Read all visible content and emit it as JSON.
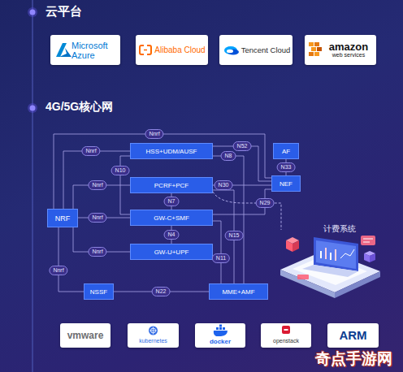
{
  "diagram": {
    "nodes": [
      {
        "text": [
          "Microsoft Azure"
        ]
      },
      {
        "text": [
          "Alibaba Cloud"
        ]
      },
      {
        "text": [
          "Tencent Cloud"
        ]
      },
      {
        "text": [
          "amazon",
          "web services"
        ]
      },
      {
        "text": [
          "HSS+UDM/AUSF"
        ]
      },
      {
        "text": [
          "AF"
        ]
      },
      {
        "text": [
          "PCRF+PCF"
        ]
      },
      {
        "text": [
          "NEF"
        ]
      },
      {
        "text": [
          "NRF"
        ]
      },
      {
        "text": [
          "GW-C+SMF"
        ]
      },
      {
        "text": [
          "GW-U+UPF"
        ]
      },
      {
        "text": [
          "NSSF"
        ]
      },
      {
        "text": [
          "MME+AMF"
        ]
      },
      {
        "text": [
          "vmware"
        ]
      },
      {
        "text": [
          "kubernetes"
        ]
      },
      {
        "text": [
          "docker"
        ]
      },
      {
        "text": [
          "openstack"
        ]
      },
      {
        "text": [
          "ARM"
        ]
      }
    ],
    "edges": [
      {
        "from": 8,
        "to": 4,
        "label": "Nnrf",
        "arrow": "none"
      },
      {
        "from": 8,
        "to": 7,
        "label": "Nnrf",
        "arrow": "none"
      },
      {
        "from": 8,
        "to": 6,
        "label": "Nnrf",
        "arrow": "none"
      },
      {
        "from": 8,
        "to": 9,
        "label": "Nnrf",
        "arrow": "none"
      },
      {
        "from": 8,
        "to": 10,
        "label": "Nnrf",
        "arrow": "none"
      },
      {
        "from": 8,
        "to": 11,
        "label": "Nnrf",
        "arrow": "none"
      },
      {
        "from": 4,
        "to": 7,
        "label": "N52",
        "arrow": "none"
      },
      {
        "from": 4,
        "to": 12,
        "label": "N8",
        "arrow": "none"
      },
      {
        "from": 4,
        "to": 9,
        "label": "N10",
        "arrow": "none"
      },
      {
        "from": 6,
        "to": 7,
        "label": "N30",
        "arrow": "none"
      },
      {
        "from": 5,
        "to": 7,
        "label": "N33",
        "arrow": "none"
      },
      {
        "from": 9,
        "to": 7,
        "label": "N29",
        "arrow": "none"
      },
      {
        "from": 6,
        "to": 9,
        "label": "N7",
        "arrow": "none"
      },
      {
        "from": 6,
        "to": 12,
        "label": "N15",
        "arrow": "none"
      },
      {
        "from": 9,
        "to": 10,
        "label": "N4",
        "arrow": "none"
      },
      {
        "from": 9,
        "to": 12,
        "label": "N11",
        "arrow": "none"
      },
      {
        "from": 11,
        "to": 12,
        "label": "N22",
        "arrow": "none"
      }
    ],
    "labels": [
      "云平台",
      "4G/5G核心网",
      "计费系统",
      "奇点手游网"
    ]
  }
}
